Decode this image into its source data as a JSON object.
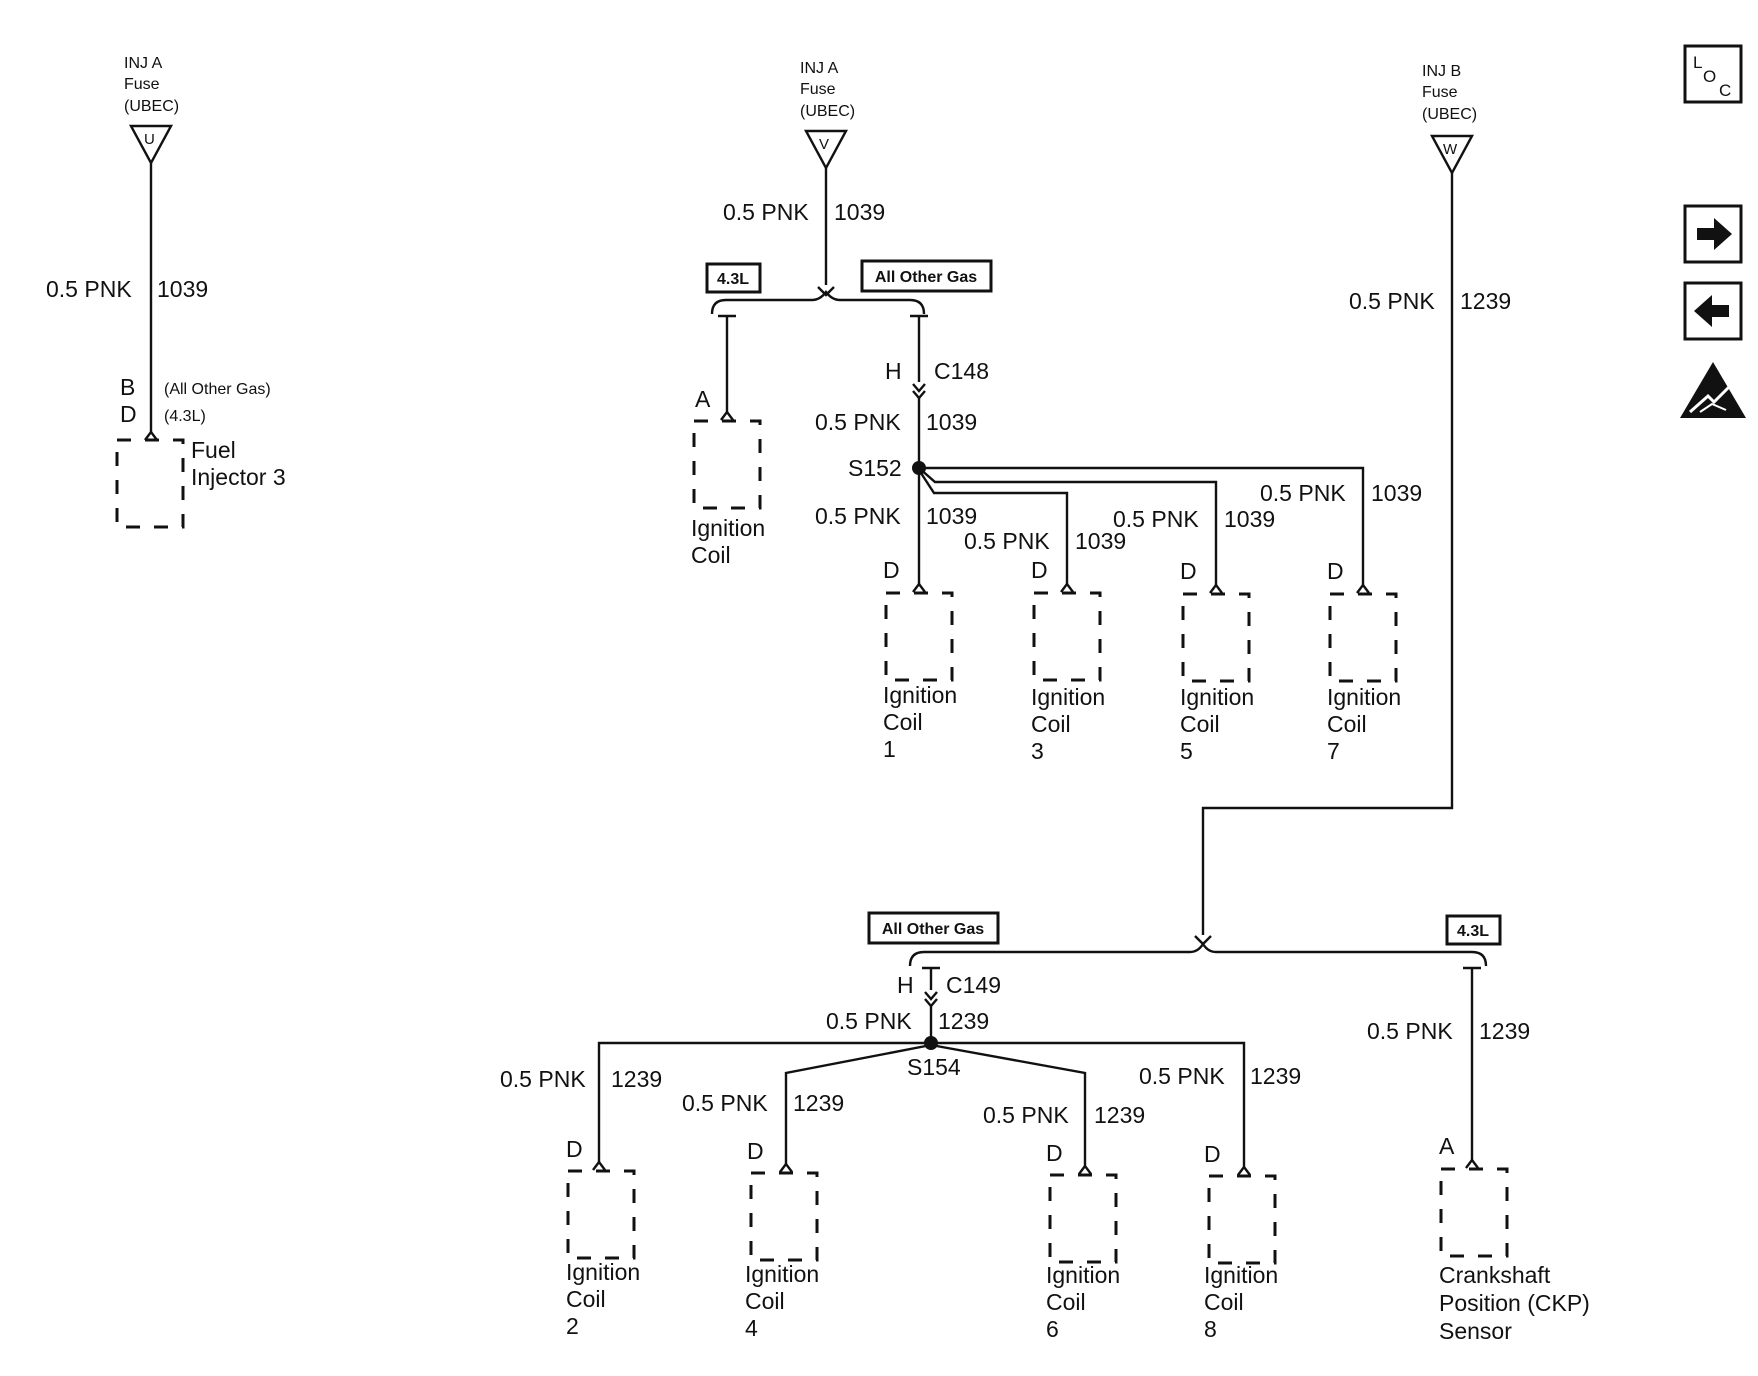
{
  "fuses": {
    "u": {
      "line1": "INJ A",
      "line2": "Fuse",
      "line3": "(UBEC)",
      "letter": "U"
    },
    "v": {
      "line1": "INJ A",
      "line2": "Fuse",
      "line3": "(UBEC)",
      "letter": "V"
    },
    "w": {
      "line1": "INJ B",
      "line2": "Fuse",
      "line3": "(UBEC)",
      "letter": "W"
    }
  },
  "wires": {
    "w1": {
      "gauge": "0.5 PNK",
      "circuit": "1039"
    },
    "w2": {
      "gauge": "0.5 PNK",
      "circuit": "1039"
    },
    "w3": {
      "gauge": "0.5 PNK",
      "circuit": "1239"
    },
    "w4": {
      "gauge": "0.5 PNK",
      "circuit": "1039"
    },
    "w5": {
      "gauge": "0.5 PNK",
      "circuit": "1039"
    },
    "w6": {
      "gauge": "0.5 PNK",
      "circuit": "1039"
    },
    "w7": {
      "gauge": "0.5 PNK",
      "circuit": "1039"
    },
    "w8": {
      "gauge": "0.5 PNK",
      "circuit": "1039"
    },
    "w9": {
      "gauge": "0.5 PNK",
      "circuit": "1239"
    },
    "w10": {
      "gauge": "0.5 PNK",
      "circuit": "1239"
    },
    "w11": {
      "gauge": "0.5 PNK",
      "circuit": "1239"
    },
    "w12": {
      "gauge": "0.5 PNK",
      "circuit": "1239"
    },
    "w13": {
      "gauge": "0.5 PNK",
      "circuit": "1239"
    },
    "w14": {
      "gauge": "0.5 PNK",
      "circuit": "1239"
    }
  },
  "options": {
    "top_left": "4.3L",
    "top_right": "All Other Gas",
    "bottom_left": "All Other Gas",
    "bottom_right": "4.3L"
  },
  "connectors": {
    "c148": {
      "pin": "H",
      "name": "C148"
    },
    "c149": {
      "pin": "H",
      "name": "C149"
    }
  },
  "splices": {
    "s152": "S152",
    "s154": "S154"
  },
  "injector": {
    "pin_b": "B",
    "pin_b_note": "(All Other Gas)",
    "pin_d": "D",
    "pin_d_note": "(4.3L)",
    "label1": "Fuel",
    "label2": "Injector 3"
  },
  "components": {
    "coil_a": {
      "pin": "A",
      "line1": "Ignition",
      "line2": "Coil",
      "line3": ""
    },
    "coil_1": {
      "pin": "D",
      "line1": "Ignition",
      "line2": "Coil",
      "line3": "1"
    },
    "coil_3": {
      "pin": "D",
      "line1": "Ignition",
      "line2": "Coil",
      "line3": "3"
    },
    "coil_5": {
      "pin": "D",
      "line1": "Ignition",
      "line2": "Coil",
      "line3": "5"
    },
    "coil_7": {
      "pin": "D",
      "line1": "Ignition",
      "line2": "Coil",
      "line3": "7"
    },
    "coil_2": {
      "pin": "D",
      "line1": "Ignition",
      "line2": "Coil",
      "line3": "2"
    },
    "coil_4": {
      "pin": "D",
      "line1": "Ignition",
      "line2": "Coil",
      "line3": "4"
    },
    "coil_6": {
      "pin": "D",
      "line1": "Ignition",
      "line2": "Coil",
      "line3": "6"
    },
    "coil_8": {
      "pin": "D",
      "line1": "Ignition",
      "line2": "Coil",
      "line3": "8"
    },
    "ckp": {
      "pin": "A",
      "line1": "Crankshaft",
      "line2": "Position (CKP)",
      "line3": "Sensor"
    }
  },
  "controls": {
    "loc_l": "L",
    "loc_o": "O",
    "loc_c": "C",
    "next_icon": "arrow-right-icon",
    "prev_icon": "arrow-left-icon",
    "esd_icon": "esd-warning-icon"
  }
}
